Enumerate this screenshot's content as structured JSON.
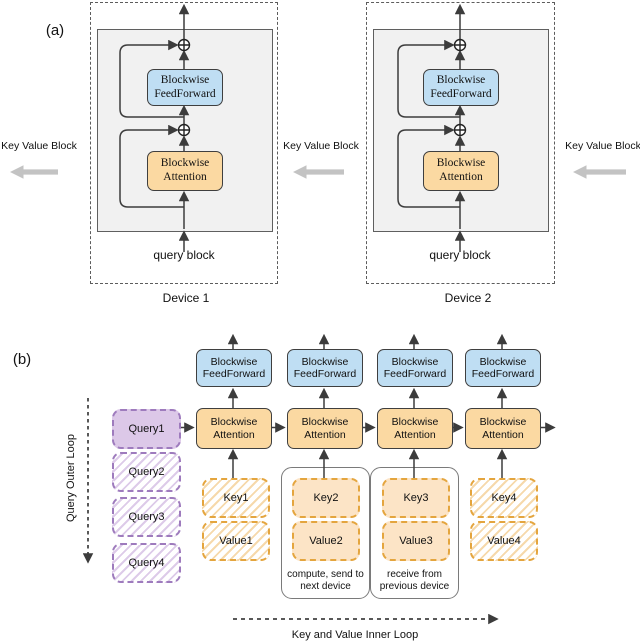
{
  "colors": {
    "blue-fill": "#bfdef3",
    "orange-fill": "#fbd9a2",
    "purple-fill": "#dcc8e8",
    "purple-border": "#9e7bbd",
    "key-fill": "#fce4c6",
    "key-border": "#e4a53e",
    "panel-fill": "#f1f1f1",
    "line": "#3c3c3c",
    "gray-arrow": "#c3c3c3"
  },
  "panel_a": {
    "tag": "(a)",
    "ff_label": "Blockwise FeedForward",
    "attention_label": "Blockwise Attention",
    "query_label": "query block",
    "kv_block_label": "Key Value Block",
    "device_labels": [
      "Device 1",
      "Device 2"
    ]
  },
  "panel_b": {
    "tag": "(b)",
    "ff_label": "Blockwise FeedForward",
    "attention_label": "Blockwise Attention",
    "outer_loop_label": "Query Outer Loop",
    "inner_loop_label": "Key and Value Inner Loop",
    "queries": [
      "Query1",
      "Query2",
      "Query3",
      "Query4"
    ],
    "keys": [
      "Key1",
      "Key2",
      "Key3",
      "Key4"
    ],
    "values": [
      "Value1",
      "Value2",
      "Value3",
      "Value4"
    ],
    "annotations": [
      "compute, send to next device",
      "receive from previous device"
    ]
  }
}
